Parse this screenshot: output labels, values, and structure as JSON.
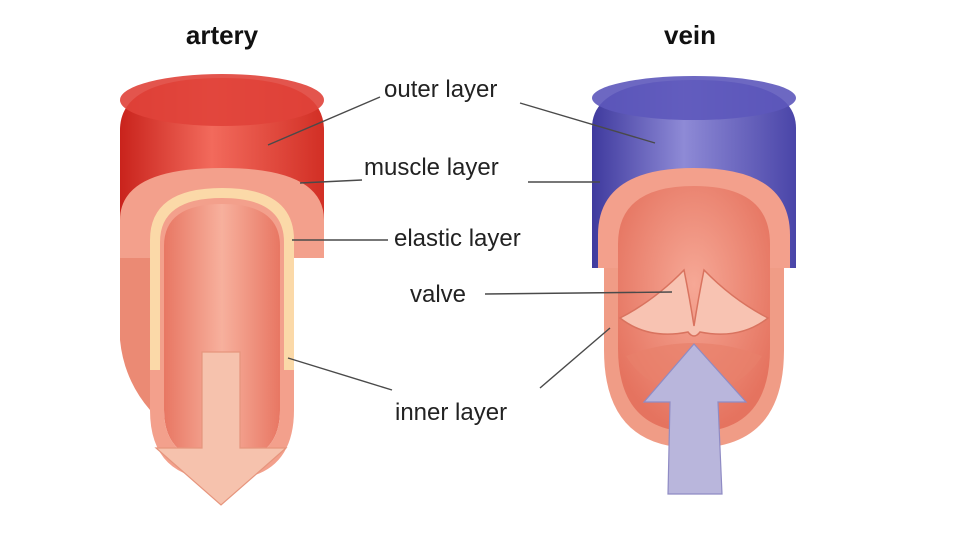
{
  "titles": {
    "artery": "artery",
    "vein": "vein"
  },
  "labels": {
    "outer_layer": "outer layer",
    "muscle_layer": "muscle layer",
    "elastic_layer": "elastic layer",
    "valve": "valve",
    "inner_layer": "inner layer"
  },
  "colors": {
    "artery_outer": "#e8473d",
    "vein_outer": "#5a56b8",
    "muscle": "#f3a08c",
    "elastic": "#fbd9a8",
    "lumen": "#f08b74",
    "artery_arrow": "#f6c2ad",
    "vein_arrow": "#b9b6dc"
  }
}
